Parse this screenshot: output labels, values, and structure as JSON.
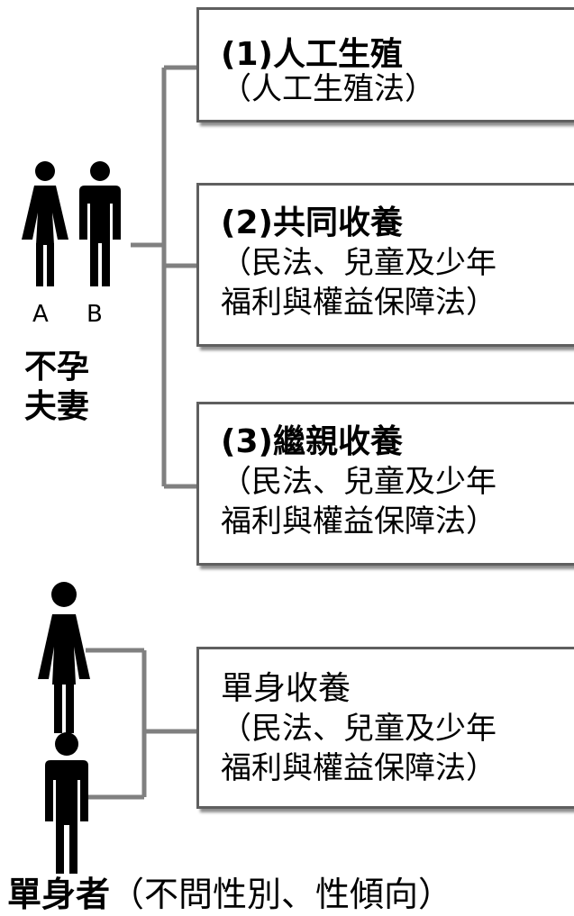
{
  "couple": {
    "label_a": "A",
    "label_b": "B",
    "caption_line1": "不孕",
    "caption_line2": "夫妻"
  },
  "options": [
    {
      "title": "(1)人工生殖",
      "law_line1": "（人工生殖法）",
      "law_line2": ""
    },
    {
      "title": "(2)共同收養",
      "law_line1": "（民法、兒童及少年",
      "law_line2": "福利與權益保障法）"
    },
    {
      "title": "(3)繼親收養",
      "law_line1": "（民法、兒童及少年",
      "law_line2": "福利與權益保障法）"
    }
  ],
  "single_option": {
    "title": "單身收養",
    "law_line1": "（民法、兒童及少年",
    "law_line2": "福利與權益保障法）"
  },
  "single_caption": {
    "bold": "單身者",
    "rest": "（不問性別、性傾向）"
  },
  "colors": {
    "connector": "#808080",
    "box_border": "#5f5f5f",
    "figure": "#000000"
  }
}
